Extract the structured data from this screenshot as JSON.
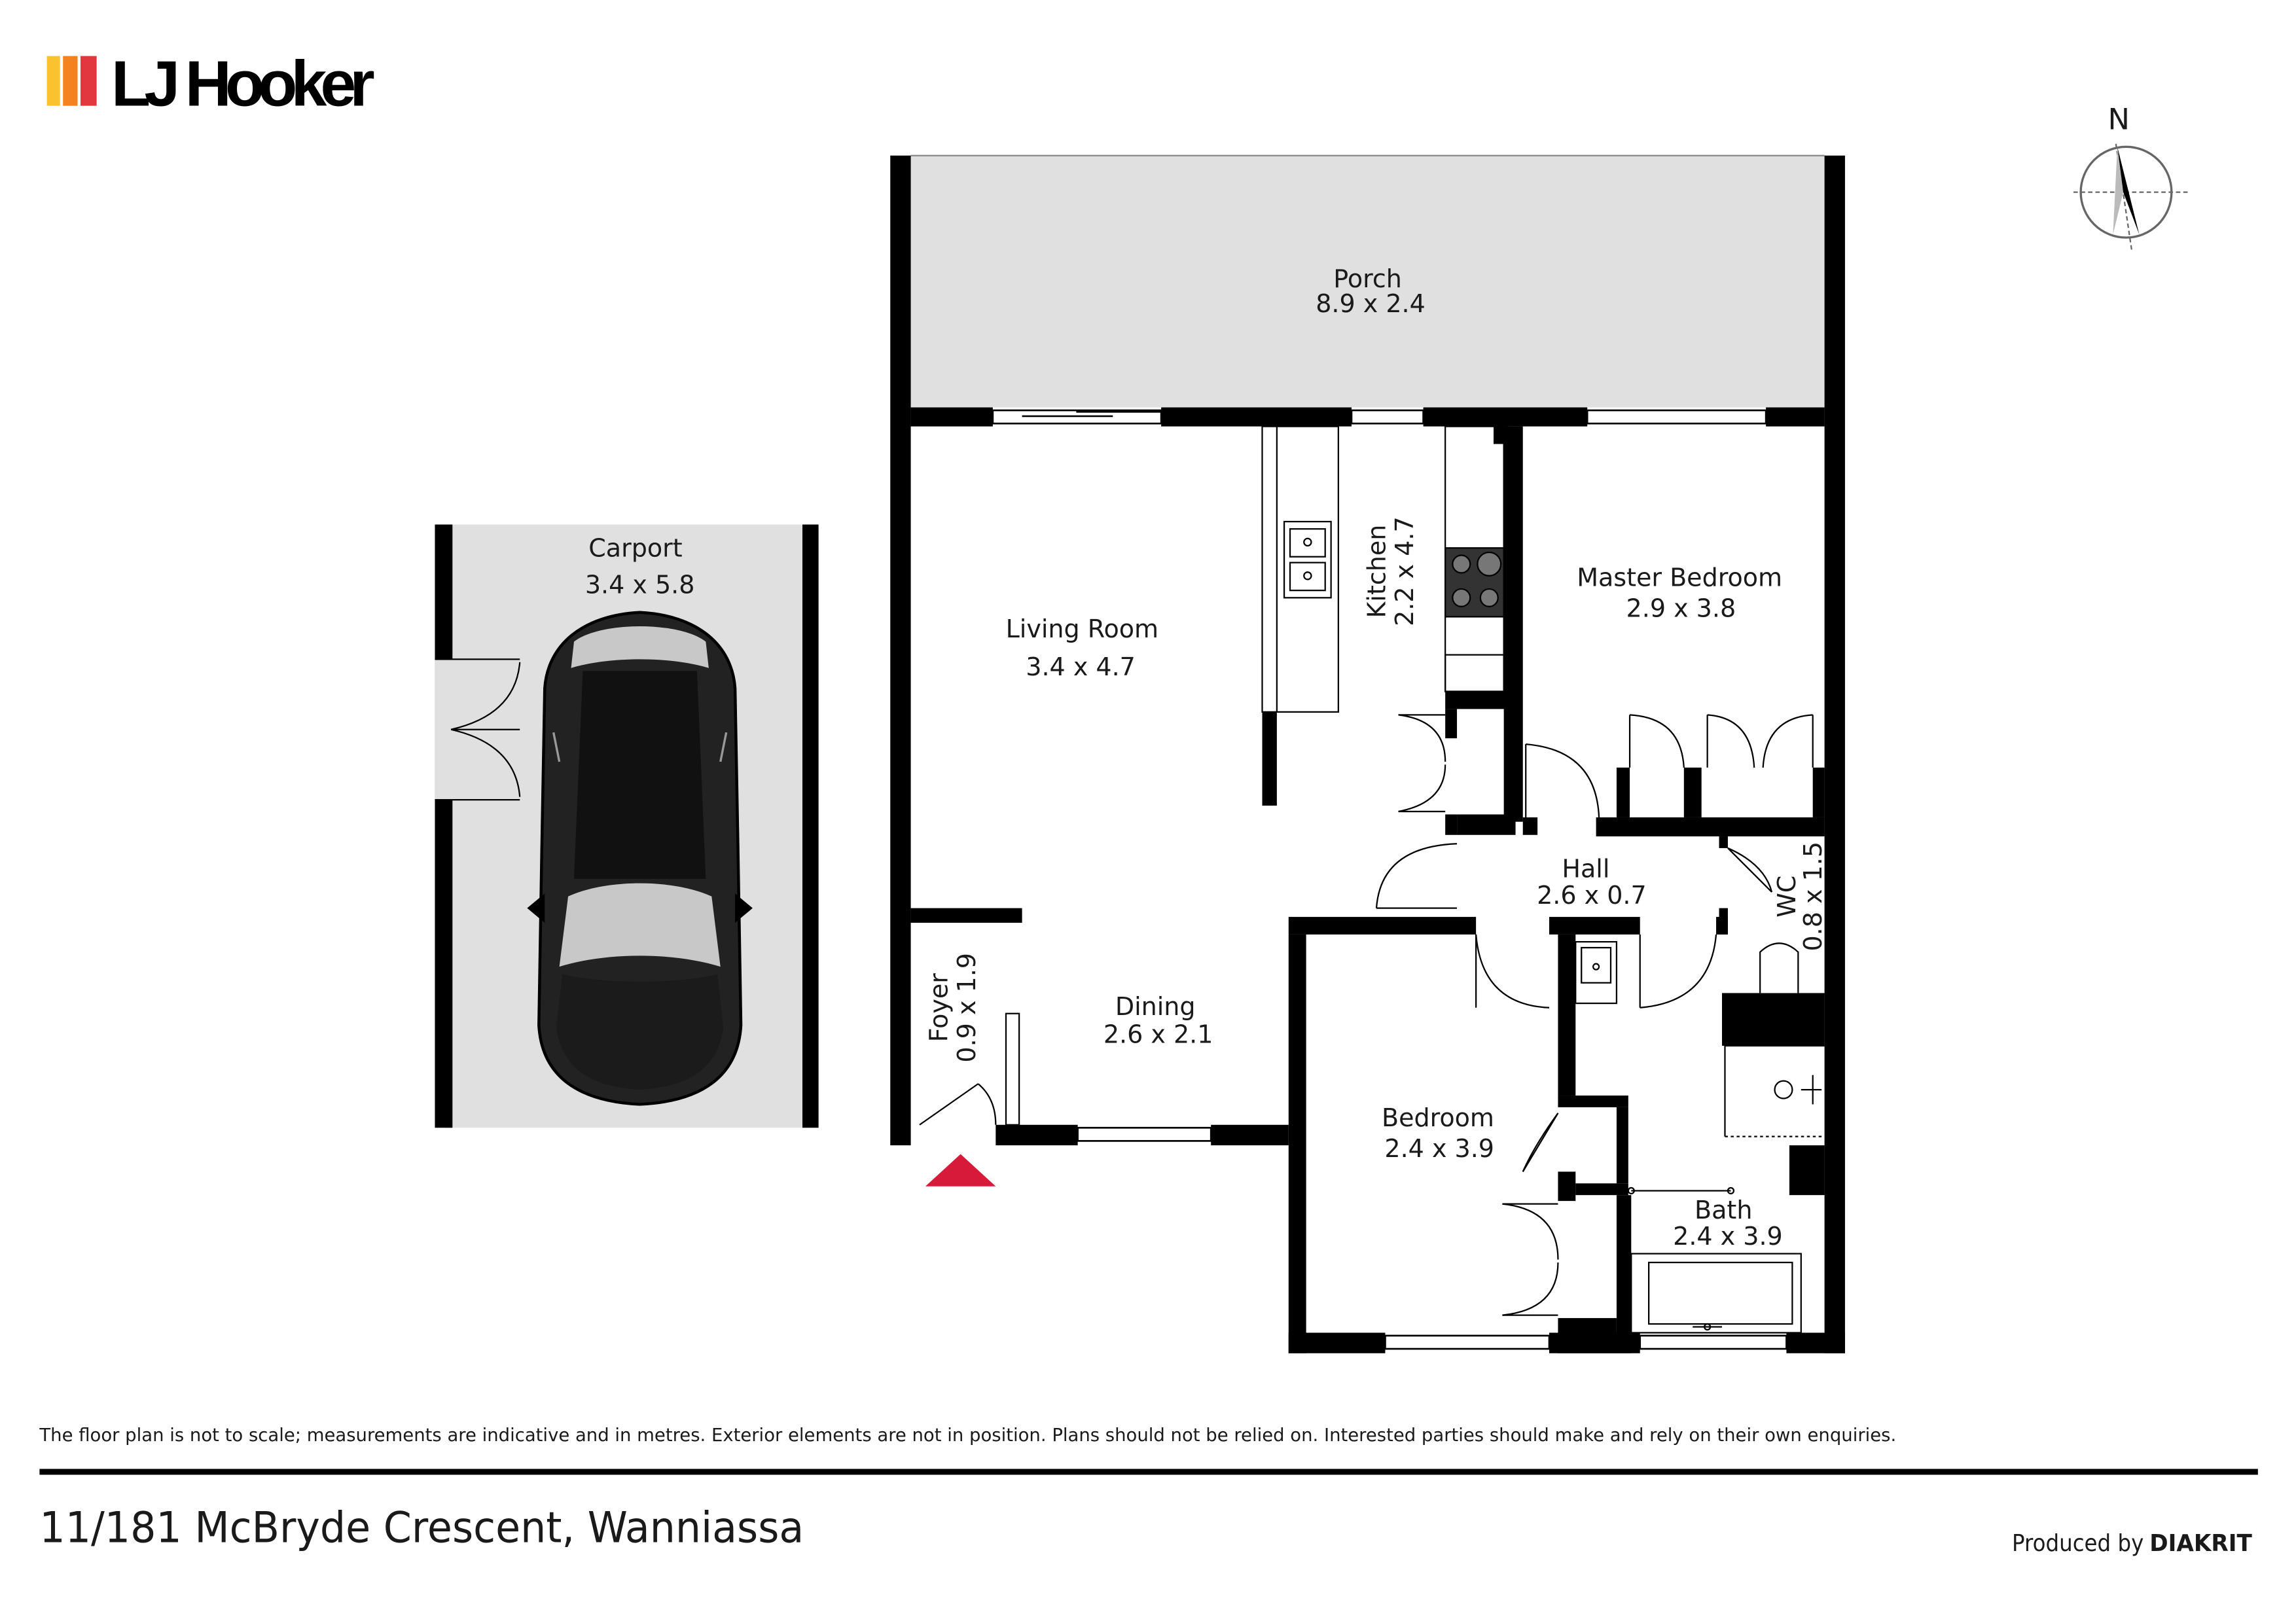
{
  "brand": {
    "name": "LJ Hooker",
    "logo_colors": [
      "#F9C22E",
      "#F58220",
      "#E2373F"
    ]
  },
  "compass": {
    "north_label": "N"
  },
  "rooms": {
    "porch": {
      "name": "Porch",
      "dims": "8.9 x 2.4"
    },
    "carport": {
      "name": "Carport",
      "dims": "3.4 x 5.8"
    },
    "living": {
      "name": "Living Room",
      "dims": "3.4 x 4.7"
    },
    "kitchen": {
      "name": "Kitchen",
      "dims": "2.2 x 4.7"
    },
    "master": {
      "name": "Master Bedroom",
      "dims": "2.9 x 3.8"
    },
    "hall": {
      "name": "Hall",
      "dims": "2.6 x 0.7"
    },
    "wc": {
      "name": "WC",
      "dims": "0.8 x 1.5"
    },
    "foyer": {
      "name": "Foyer",
      "dims": "0.9 x 1.9"
    },
    "dining": {
      "name": "Dining",
      "dims": "2.6 x 2.1"
    },
    "bedroom": {
      "name": "Bedroom",
      "dims": "2.4 x 3.9"
    },
    "bath": {
      "name": "Bath",
      "dims": "2.4 x 3.9"
    }
  },
  "disclaimer": "The floor plan is not to scale; measurements are indicative and in metres. Exterior elements are not in position. Plans should not be relied on. Interested parties should make and rely on their own enquiries.",
  "address": "11/181 McBryde Crescent, Wanniassa",
  "producer": {
    "prefix": "Produced by",
    "name": "DIAKRIT"
  },
  "colors": {
    "wall": "#000000",
    "floor_shaded": "#e0e0e0",
    "entry_marker": "#d7193a"
  }
}
